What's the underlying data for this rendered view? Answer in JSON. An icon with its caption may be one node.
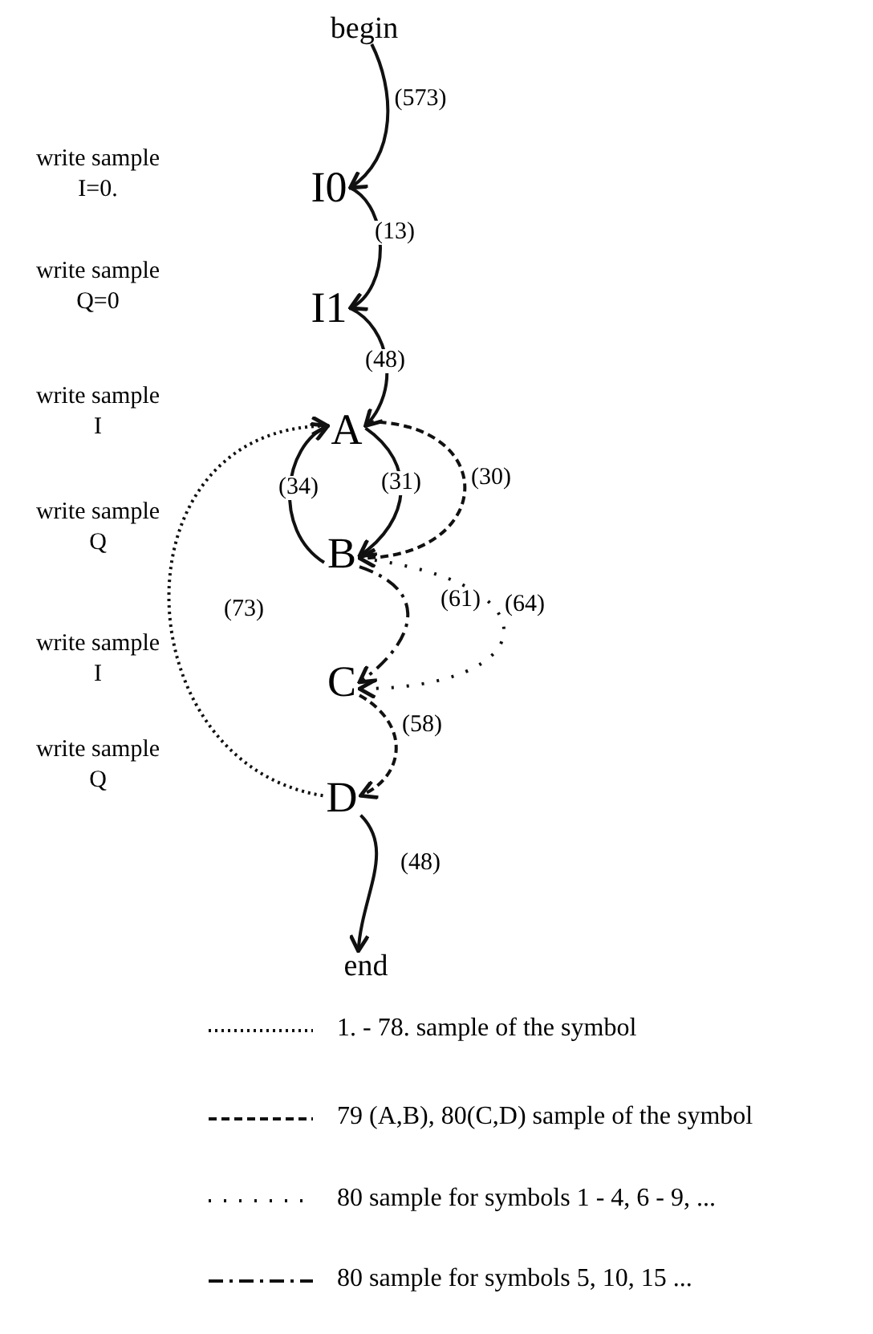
{
  "diagram": {
    "nodes": [
      {
        "text": [
          "begin"
        ]
      },
      {
        "text": [
          "I0"
        ]
      },
      {
        "text": [
          "I1"
        ]
      },
      {
        "text": [
          "A"
        ]
      },
      {
        "text": [
          "B"
        ]
      },
      {
        "text": [
          "C"
        ]
      },
      {
        "text": [
          "D"
        ]
      },
      {
        "text": [
          "end"
        ]
      }
    ],
    "edges": [
      {
        "from": 0,
        "to": 1,
        "arrow": "to",
        "label": "(573)"
      },
      {
        "from": 1,
        "to": 2,
        "arrow": "to",
        "label": "(13)"
      },
      {
        "from": 2,
        "to": 3,
        "arrow": "to",
        "label": "(48)"
      },
      {
        "from": 3,
        "to": 4,
        "arrow": "to",
        "label": "(31)"
      },
      {
        "from": 4,
        "to": 3,
        "arrow": "to",
        "label": "(34)"
      },
      {
        "from": 3,
        "to": 4,
        "arrow": "to",
        "label": "(30)",
        "style": "dashed"
      },
      {
        "from": 4,
        "to": 5,
        "arrow": "to",
        "label": "(61)",
        "style": "dashed"
      },
      {
        "from": 4,
        "to": 5,
        "arrow": "to",
        "label": "(64)",
        "style": "dashed"
      },
      {
        "from": 5,
        "to": 6,
        "arrow": "to",
        "label": "(58)",
        "style": "dashed"
      },
      {
        "from": 6,
        "to": 3,
        "arrow": "to",
        "label": "(73)",
        "style": "dashed"
      },
      {
        "from": 6,
        "to": 7,
        "arrow": "to",
        "label": "(48)"
      }
    ],
    "labels": [
      "write sample I=0.",
      "write sample Q=0",
      "write sample I",
      "write sample Q",
      "write sample I",
      "write sample Q"
    ],
    "legend": [
      {
        "text": "1. - 78. sample of the symbol"
      },
      {
        "text": "79 (A,B), 80(C,D) sample of the symbol"
      },
      {
        "text": "80 sample for symbols 1 - 4, 6 - 9, ..."
      },
      {
        "text": "80 sample for symbols 5, 10, 15 ..."
      }
    ]
  }
}
